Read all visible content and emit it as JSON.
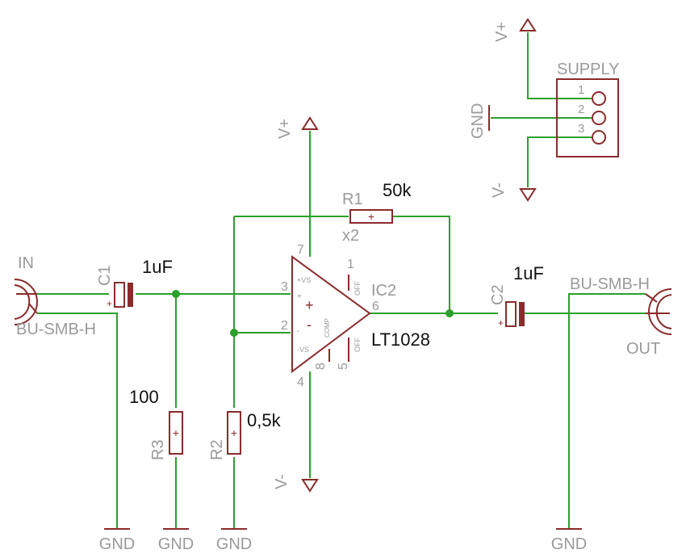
{
  "colors": {
    "wire": "#2aa12a",
    "part": "#8b2b2b",
    "label_gray": "#9a9a9a",
    "label_black": "#111111"
  },
  "supply_connector": {
    "name": "SUPPLY",
    "pins": [
      "1",
      "2",
      "3"
    ],
    "v_plus": "V+",
    "gnd": "GND",
    "v_minus": "V-"
  },
  "opamp": {
    "name": "IC2",
    "value": "LT1028",
    "pins": {
      "p7": "7",
      "p1": "1",
      "p3": "3",
      "p2": "2",
      "p6": "6",
      "p4": "4",
      "p8": "8",
      "p5": "5"
    },
    "inner": {
      "vs_plus": "+VS",
      "plus": "+",
      "minus": "-",
      "comp": "COMP",
      "vs_minus": "-VS",
      "off1": "OFF",
      "off2": "OFF"
    },
    "sign_plus": "+",
    "sign_minus": "-",
    "v_plus": "V+",
    "v_minus": "V-"
  },
  "r1": {
    "name": "R1",
    "value": "50k",
    "note": "x2"
  },
  "r2": {
    "name": "R2",
    "value": "0,5k"
  },
  "r3": {
    "name": "R3",
    "value": "100"
  },
  "c1": {
    "name": "C1",
    "value": "1uF",
    "plus": "+"
  },
  "c2": {
    "name": "C2",
    "value": "1uF",
    "plus": "+"
  },
  "input_connector": {
    "label": "IN",
    "part": "BU-SMB-H"
  },
  "output_connector": {
    "label": "OUT",
    "part": "BU-SMB-H"
  },
  "gnd_labels": [
    "GND",
    "GND",
    "GND",
    "GND"
  ],
  "resistor_plus": "+"
}
